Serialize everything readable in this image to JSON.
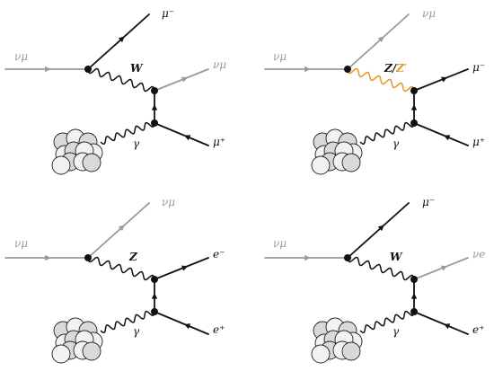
{
  "colors": {
    "fermion": "#111111",
    "neutrino": "#9a9a9a",
    "photon": "#111111",
    "zprime": "#e8961e",
    "nucleon_fill": "#d9d9d9",
    "nucleon_fill_light": "#f2f2f2"
  },
  "icons": {
    "nucleus": "nucleus-icon",
    "vertex": "vertex-dot-icon"
  },
  "diagrams": [
    {
      "name": "w-exchange-dimuon",
      "labels": {
        "incoming": "νμ",
        "outgoing_top": "μ⁻",
        "boson": "W",
        "outgoing_mid": "νμ",
        "photon": "γ",
        "outgoing_bottom": "μ⁺"
      }
    },
    {
      "name": "z-zprime-dimuon",
      "labels": {
        "incoming": "νμ",
        "outgoing_top": "νμ",
        "boson_a": "Z",
        "boson_sep": "/",
        "boson_b": "Z′",
        "outgoing_mid": "μ⁻",
        "photon": "γ",
        "outgoing_bottom": "μ⁺"
      }
    },
    {
      "name": "z-exchange-dielectron",
      "labels": {
        "incoming": "νμ",
        "outgoing_top": "νμ",
        "boson": "Z",
        "outgoing_mid": "e⁻",
        "photon": "γ",
        "outgoing_bottom": "e⁺"
      }
    },
    {
      "name": "w-exchange-muon-electron",
      "labels": {
        "incoming": "νμ",
        "outgoing_top": "μ⁻",
        "boson": "W",
        "outgoing_mid": "νe",
        "photon": "γ",
        "outgoing_bottom": "e⁺"
      }
    }
  ]
}
